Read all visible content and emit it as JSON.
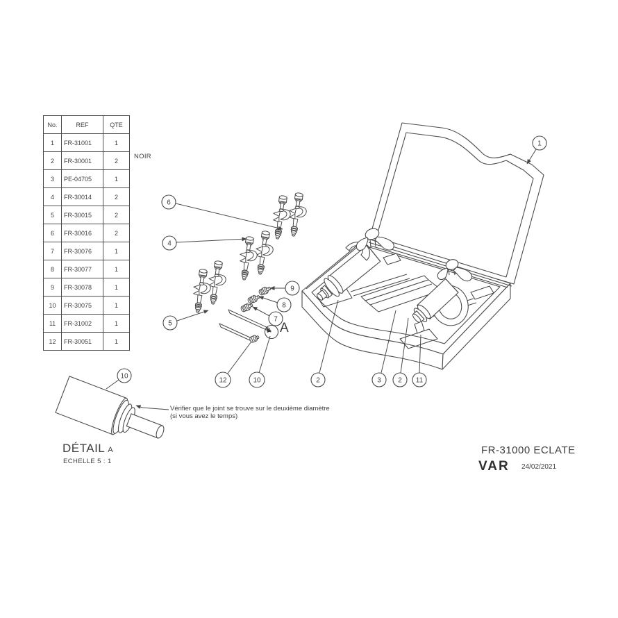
{
  "title_block": {
    "doc_title": "FR-31000 ECLATE",
    "brand": "VAR",
    "date": "24/02/2021"
  },
  "parts_table": {
    "headers": [
      "No.",
      "REF",
      "QTE"
    ],
    "rows": [
      {
        "no": "1",
        "ref": "FR-31001",
        "qte": "1"
      },
      {
        "no": "2",
        "ref": "FR-30001",
        "qte": "2"
      },
      {
        "no": "3",
        "ref": "PE-04705",
        "qte": "1"
      },
      {
        "no": "4",
        "ref": "FR-30014",
        "qte": "2"
      },
      {
        "no": "5",
        "ref": "FR-30015",
        "qte": "2"
      },
      {
        "no": "6",
        "ref": "FR-30016",
        "qte": "2"
      },
      {
        "no": "7",
        "ref": "FR-30076",
        "qte": "1"
      },
      {
        "no": "8",
        "ref": "FR-30077",
        "qte": "1"
      },
      {
        "no": "9",
        "ref": "FR-30078",
        "qte": "1"
      },
      {
        "no": "10",
        "ref": "FR-30075",
        "qte": "1"
      },
      {
        "no": "11",
        "ref": "FR-31002",
        "qte": "1"
      },
      {
        "no": "12",
        "ref": "FR-30051",
        "qte": "1"
      }
    ]
  },
  "annotations": {
    "noir": "NOIR",
    "note_line1": "Vérifier que le joint se trouve sur le deuxième diamètre",
    "note_line2": "(si vous avez le temps)",
    "detail_title": "DÉTAIL",
    "detail_letter": "A",
    "detail_scale": "ECHELLE  5 : 1",
    "detail_marker": "A"
  },
  "balloons": [
    {
      "label": "1"
    },
    {
      "label": "6"
    },
    {
      "label": "4"
    },
    {
      "label": "5"
    },
    {
      "label": "9"
    },
    {
      "label": "8"
    },
    {
      "label": "7"
    },
    {
      "label": "12"
    },
    {
      "label": "10"
    },
    {
      "label": "2"
    },
    {
      "label": "3"
    },
    {
      "label": "2"
    },
    {
      "label": "11"
    },
    {
      "label": "10"
    }
  ]
}
